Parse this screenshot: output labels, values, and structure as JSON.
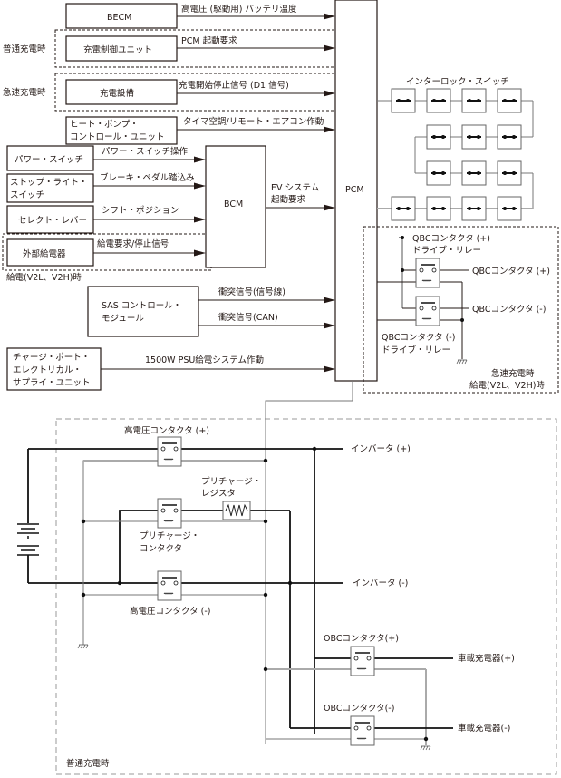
{
  "modules": {
    "becm": "BECM",
    "charge_control_unit": "充電制御ユニット",
    "charging_equipment": "充電設備",
    "heat_pump_line1": "ヒート・ポンプ・",
    "heat_pump_line2": "コントロール・ユニット",
    "power_switch": "パワー・スイッチ",
    "stop_light_line1": "ストップ・ライト・",
    "stop_light_line2": "スイッチ",
    "select_lever": "セレクト・レバー",
    "external_supply": "外部給電器",
    "bcm": "BCM",
    "sas_line1": "SAS コントロール・",
    "sas_line2": "モジュール",
    "charge_port_line1": "チャージ・ポート・",
    "charge_port_line2": "エレクトリカル・",
    "charge_port_line3": "サプライ・ユニット",
    "pcm": "PCM"
  },
  "signals": {
    "battery_temp": "高電圧 (駆動用) バッテリ温度",
    "pcm_start": "PCM 起動要求",
    "charge_start_stop": "充電開始停止信号 (D1 信号)",
    "timer_ac": "タイマ空調/リモート・エアコン作動",
    "power_switch_op": "パワー・スイッチ操作",
    "brake_pedal": "ブレーキ・ペダル踏込み",
    "shift_position": "シフト・ポジション",
    "supply_request": "給電要求/停止信号",
    "ev_start_line1": "EV システム",
    "ev_start_line2": "起動要求",
    "collision_wire": "衝突信号(信号線)",
    "collision_can": "衝突信号(CAN)",
    "psu_supply": "1500W PSU給電システム作動"
  },
  "conditions": {
    "normal_charging": "普通充電時",
    "quick_charging": "急速充電時",
    "power_supply": "給電(V2L、V2H)時",
    "qbc_area_line1": "急速充電時",
    "qbc_area_line2": "給電(V2L、V2H)時",
    "hv_area": "普通充電時"
  },
  "interlock": {
    "title": "インターロック・スイッチ"
  },
  "qbc": {
    "plus_relay_line1": "QBCコンタクタ (+)",
    "plus_relay_line2": "ドライブ・リレー",
    "plus_contactor": "QBCコンタクタ (+)",
    "minus_contactor": "QBCコンタクタ (-)",
    "minus_relay_line1": "QBCコンタクタ (-)",
    "minus_relay_line2": "ドライブ・リレー"
  },
  "hv_circuit": {
    "main_plus": "高電圧コンタクタ (+)",
    "precharge_resistor_line1": "プリチャージ・",
    "precharge_resistor_line2": "レジスタ",
    "precharge_contactor_line1": "プリチャージ・",
    "precharge_contactor_line2": "コンタクタ",
    "main_minus": "高電圧コンタクタ (-)",
    "inverter_plus": "インバータ (+)",
    "inverter_minus": "インバータ (-)",
    "obc_plus": "OBCコンタクタ(+)",
    "obc_minus": "OBCコンタクタ(-)",
    "onboard_charger_plus": "車載充電器(+)",
    "onboard_charger_minus": "車載充電器(-)"
  }
}
